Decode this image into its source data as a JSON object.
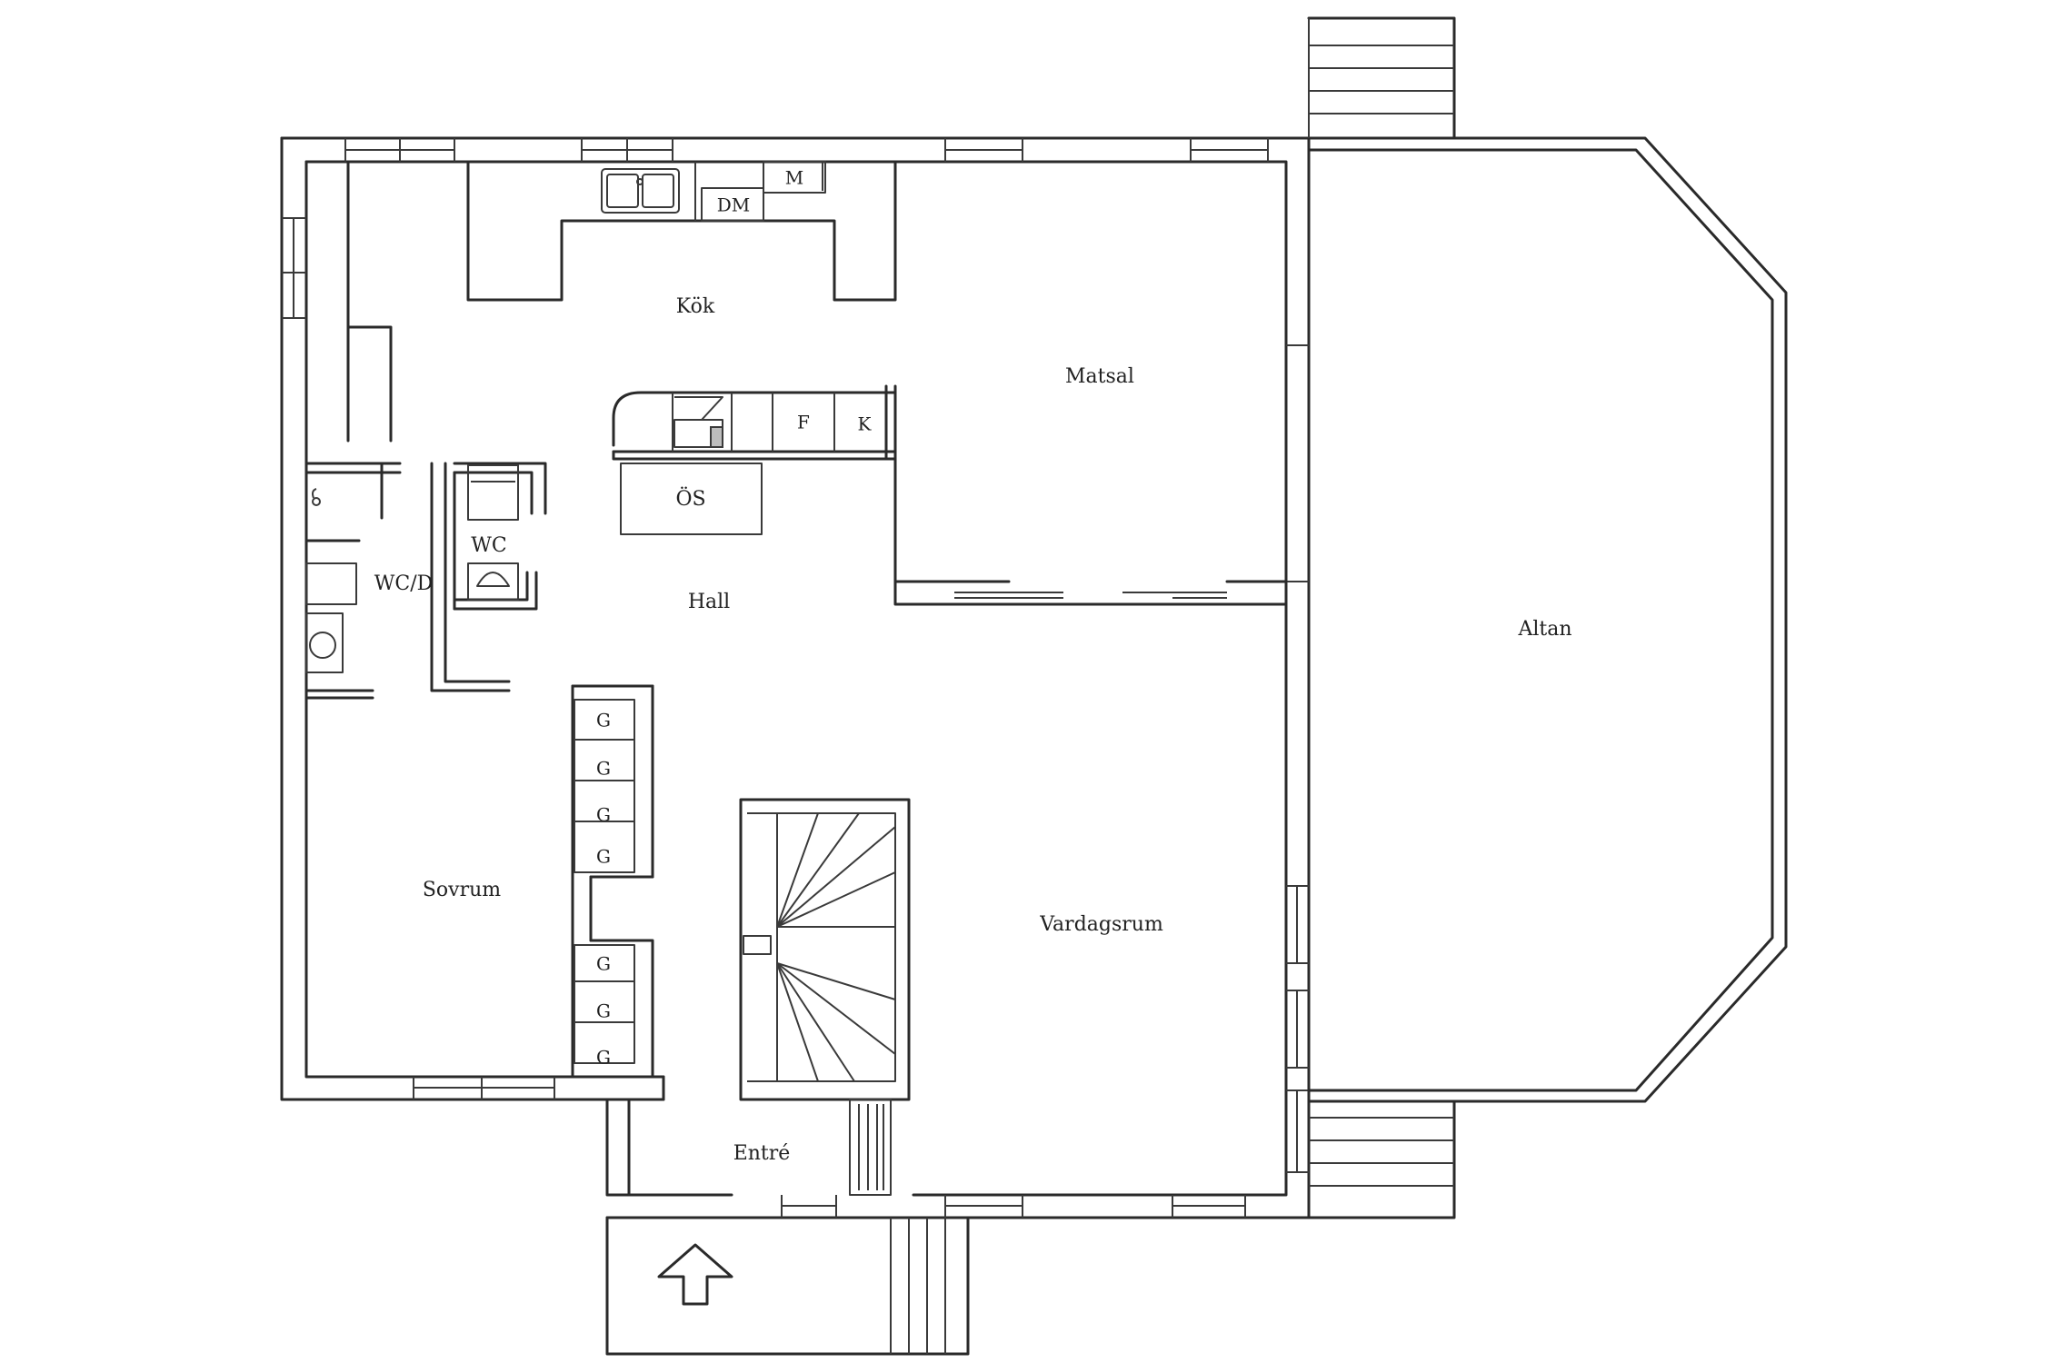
{
  "rooms": {
    "kok": "Kök",
    "matsal": "Matsal",
    "altan": "Altan",
    "hall": "Hall",
    "wcd": "WC/D",
    "wc": "WC",
    "os": "ÖS",
    "sovrum": "Sovrum",
    "vardagsrum": "Vardagsrum",
    "entre": "Entré"
  },
  "appliances": {
    "dm": "DM",
    "m": "M",
    "f": "F",
    "k": "K"
  },
  "wardrobes": [
    "G",
    "G",
    "G",
    "G",
    "G",
    "G",
    "G"
  ]
}
